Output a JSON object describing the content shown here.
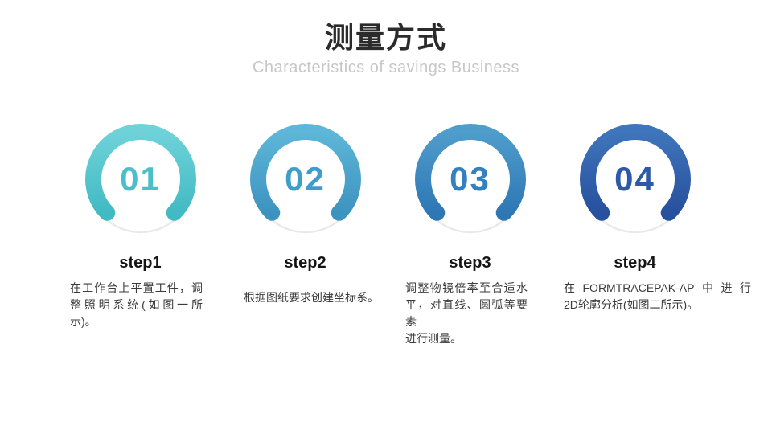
{
  "header": {
    "title": "测量方式",
    "subtitle": "Characteristics of savings Business"
  },
  "track_color": "#e9e9e9",
  "steps": [
    {
      "number": "01",
      "title": "step1",
      "desc_lines": [
        "在工作台上平置工件，调",
        "整照明系统(如图一所",
        "示)。"
      ],
      "ring_top": "#6FD2D9",
      "ring_bottom": "#42BAC3",
      "number_color": "#49C0C9"
    },
    {
      "number": "02",
      "title": "step2",
      "desc_lines": [
        "根据图纸要求创建坐标系。"
      ],
      "ring_top": "#5EB6D8",
      "ring_bottom": "#3D93BF",
      "number_color": "#3F9DC9"
    },
    {
      "number": "03",
      "title": "step3",
      "desc_lines": [
        "调整物镜倍率至合适水",
        "平，对直线、圆弧等要素",
        "进行测量。"
      ],
      "ring_top": "#4F9DCB",
      "ring_bottom": "#2E77B5",
      "number_color": "#3381BF"
    },
    {
      "number": "04",
      "title": "step4",
      "desc_lines": [
        "在FORMTRACEPAK-AP中进行",
        "2D轮廓分析(如图二所示)。"
      ],
      "ring_top": "#3F75BB",
      "ring_bottom": "#27509E",
      "number_color": "#2E59A8"
    }
  ]
}
